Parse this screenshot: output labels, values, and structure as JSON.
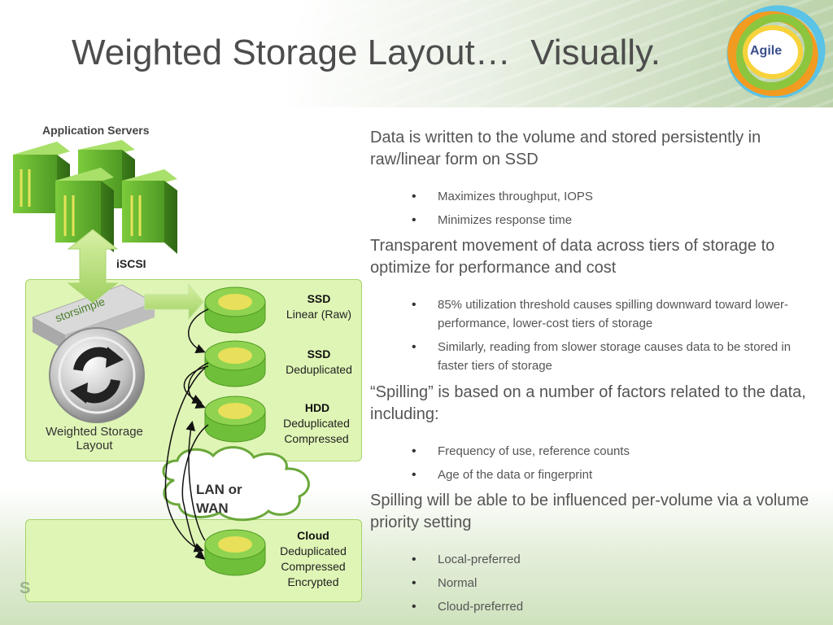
{
  "slide": {
    "title": "Weighted Storage Layout…  Visually.",
    "logo_text": "Agile"
  },
  "diagram": {
    "app_servers_label": "Application Servers",
    "protocol_label": "iSCSI",
    "appliance_logo_text": "storsimple",
    "weighted_label": "Weighted Storage Layout",
    "network_label": "LAN or WAN",
    "tiers": [
      {
        "title": "SSD",
        "description": [
          "Linear (Raw)"
        ]
      },
      {
        "title": "SSD",
        "description": [
          "Deduplicated"
        ]
      },
      {
        "title": "HDD",
        "description": [
          "Deduplicated",
          "Compressed"
        ]
      },
      {
        "title": "Cloud",
        "description": [
          "Deduplicated",
          "Compressed",
          "Encrypted"
        ]
      }
    ],
    "footer_fragment": "S"
  },
  "content": {
    "sections": [
      {
        "heading": "Data is written to the volume and stored persistently in raw/linear form on SSD",
        "bullets": [
          "Maximizes throughput, IOPS",
          "Minimizes response time"
        ]
      },
      {
        "heading": "Transparent movement of data across tiers of storage to optimize for performance and cost",
        "bullets": [
          "85% utilization threshold causes spilling downward toward lower-performance, lower-cost tiers of storage",
          "Similarly, reading from slower storage causes data to be stored in faster tiers of storage"
        ]
      },
      {
        "heading": "“Spilling” is based on a number of factors related to the data, including:",
        "bullets": [
          "Frequency of use, reference counts",
          "Age of the data or fingerprint"
        ]
      },
      {
        "heading": "Spilling will be able to be influenced per-volume via a volume priority setting",
        "bullets": [
          "Local-preferred",
          "Normal",
          "Cloud-preferred"
        ]
      }
    ]
  },
  "colors": {
    "title_text": "#4d4d4d",
    "panel_fill": "#dff5b5",
    "server_green": "#6fbf3a",
    "disk_top": "#e8e05a",
    "disk_side": "#7fc64a"
  }
}
